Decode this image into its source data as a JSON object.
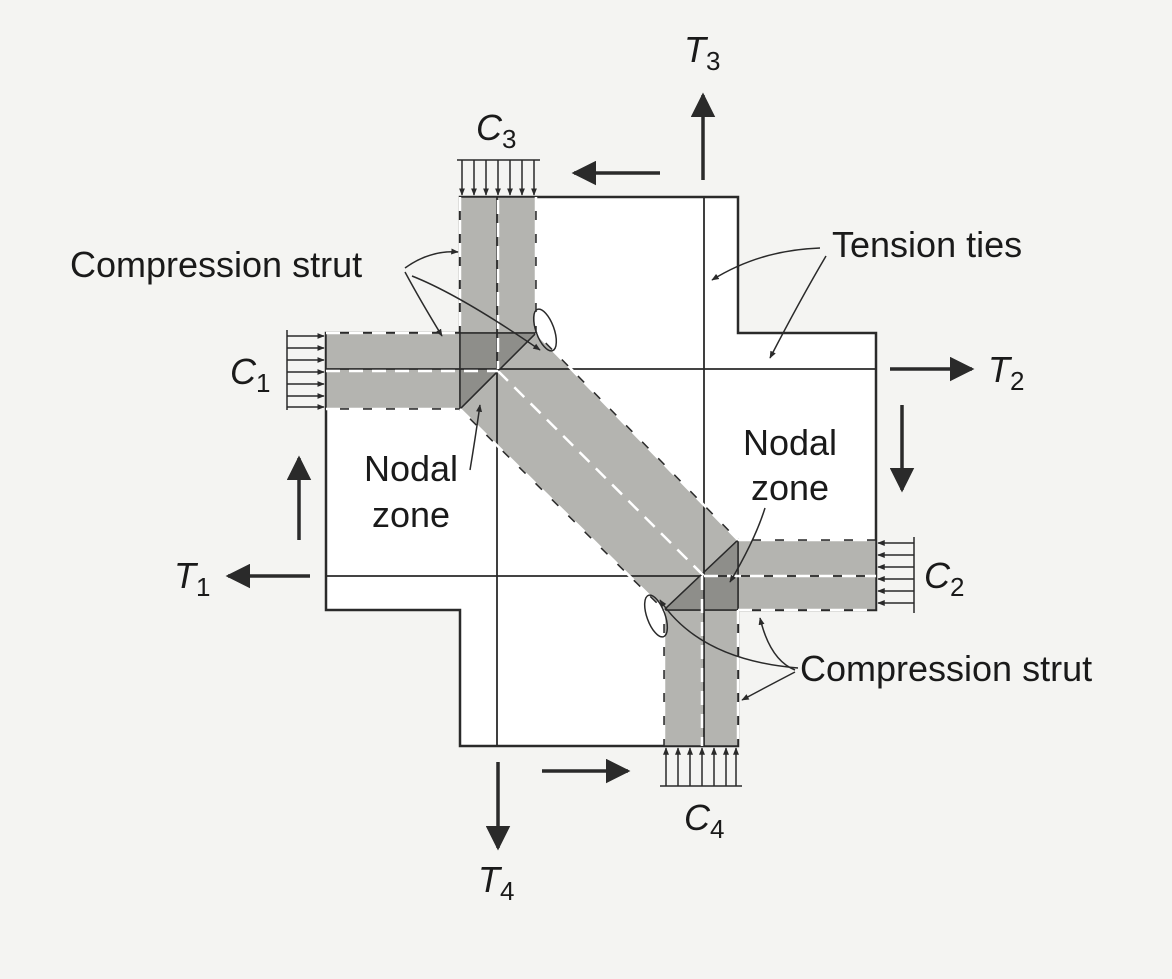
{
  "labels": {
    "compression_strut_top": "Compression strut",
    "compression_strut_bottom": "Compression strut",
    "tension_ties": "Tension ties",
    "nodal_zone_left": [
      "Nodal",
      "zone"
    ],
    "nodal_zone_right": [
      "Nodal",
      "zone"
    ]
  },
  "forces": {
    "C1": {
      "symbol": "C",
      "sub": "1"
    },
    "C2": {
      "symbol": "C",
      "sub": "2"
    },
    "C3": {
      "symbol": "C",
      "sub": "3"
    },
    "C4": {
      "symbol": "C",
      "sub": "4"
    },
    "T1": {
      "symbol": "T",
      "sub": "1"
    },
    "T2": {
      "symbol": "T",
      "sub": "2"
    },
    "T3": {
      "symbol": "T",
      "sub": "3"
    },
    "T4": {
      "symbol": "T",
      "sub": "4"
    }
  },
  "colors": {
    "strut_fill": "#b4b4b0",
    "node_fill": "#8e8e8a",
    "line": "#2a2a2a",
    "background": "#f4f4f2"
  }
}
